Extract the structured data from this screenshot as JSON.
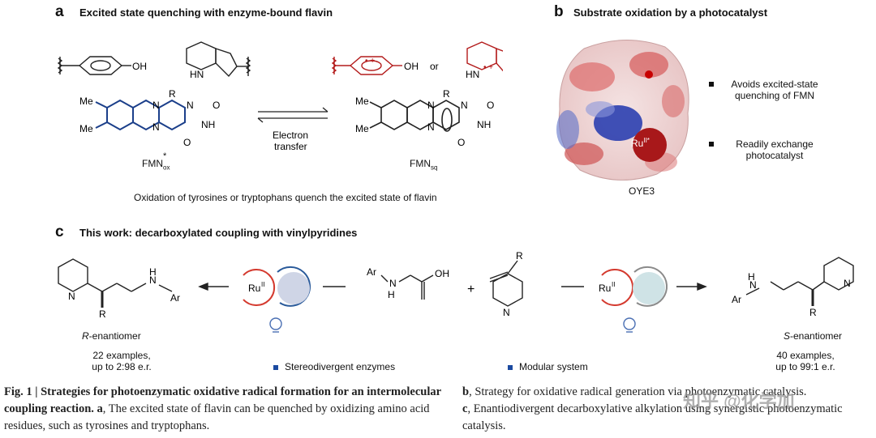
{
  "panel_a": {
    "letter": "a",
    "title": "Excited state quenching with enzyme-bound flavin",
    "left_oh": "OH",
    "left_hn": "HN",
    "right_oh": "OH",
    "right_or": "or",
    "right_hn": "HN",
    "fmn_ox_label": "FMN",
    "fmn_ox_sub": "ox",
    "fmn_ox_sup": "*",
    "fmn_sq_label": "FMN",
    "fmn_sq_sub": "sq",
    "eq_label_1": "Electron",
    "eq_label_2": "transfer",
    "me": "Me",
    "r": "R",
    "n": "N",
    "nh": "NH",
    "o": "O",
    "caption": "Oxidation of tyrosines or tryptophans quench the excited state of flavin"
  },
  "panel_b": {
    "letter": "b",
    "title": "Substrate oxidation by a photocatalyst",
    "ru_label": "Ru",
    "ru_sup": "II*",
    "protein_label": "OYE3",
    "bullet_1_line_1": "Avoids excited-state",
    "bullet_1_line_2": "quenching of FMN",
    "bullet_2_line_1": "Readily exchange",
    "bullet_2_line_2": "photocatalyst"
  },
  "panel_c": {
    "letter": "c",
    "title": "This work: decarboxylated coupling with vinylpyridines",
    "left_product_label": "-enantiomer",
    "left_product_prefix": "R",
    "left_examples_1": "22 examples,",
    "left_examples_2": "up to 2:98 e.r.",
    "right_product_label": "-enantiomer",
    "right_product_prefix": "S",
    "right_examples_1": "40 examples,",
    "right_examples_2": "up to 99:1 e.r.",
    "legend_1": "Stereodivergent enzymes",
    "legend_2": "Modular system",
    "ru": "Ru",
    "ru_sup": "II",
    "ar": "Ar",
    "h": "H",
    "oh": "OH",
    "plus": "+",
    "r": "R",
    "n": "N"
  },
  "caption": {
    "left_bold": "Fig. 1 | Strategies for photoenzymatic oxidative radical formation for an intermolecular coupling reaction.",
    "left_a": "a",
    "left_text": ", The excited state of flavin can be quenched by oxidizing amino acid residues, such as tyrosines and tryptophans.",
    "right_b": "b",
    "right_b_text": ", Strategy for oxidative radical generation via photoenzymatic catalysis.",
    "right_c": "c",
    "right_c_text": ", Enantiodivergent decarboxylative alkylation using synergistic photoenzymatic catalysis."
  },
  "watermark": "知乎 @化学加",
  "colors": {
    "flavin_blue": "#1b3f8a",
    "radical_red": "#b31b1b",
    "arrow_red": "#d43a2f",
    "arrow_blue": "#2a5a9a"
  }
}
